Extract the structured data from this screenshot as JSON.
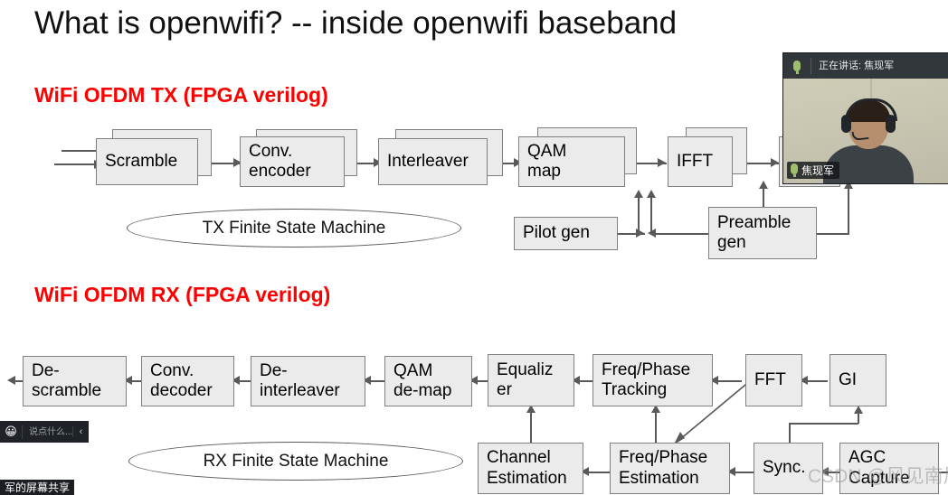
{
  "slide": {
    "title": "What is openwifi? -- inside openwifi baseband",
    "accent_red": "#ff0000",
    "block_fill": "#ebebeb",
    "block_border": "#808080",
    "tx": {
      "heading": "WiFi OFDM TX (FPGA verilog)",
      "blocks": [
        {
          "label": "Scramble"
        },
        {
          "label": "Conv.\nencoder"
        },
        {
          "label": "Interleaver"
        },
        {
          "label": "QAM\nmap"
        },
        {
          "label": "IFFT"
        },
        {
          "label": ""
        }
      ],
      "aux": [
        {
          "label": "Pilot gen"
        },
        {
          "label": "Preamble\ngen"
        }
      ],
      "fsm": "TX Finite State Machine"
    },
    "rx": {
      "heading": "WiFi OFDM RX (FPGA verilog)",
      "row1": [
        {
          "label": "De-\nscramble"
        },
        {
          "label": "Conv.\ndecoder"
        },
        {
          "label": "De-\ninterleaver"
        },
        {
          "label": "QAM\nde-map"
        },
        {
          "label": "Equaliz\ner"
        },
        {
          "label": "Freq/Phase\nTracking"
        },
        {
          "label": "FFT"
        },
        {
          "label": "GI"
        }
      ],
      "row2": [
        {
          "label": "Channel\nEstimation"
        },
        {
          "label": "Freq/Phase\nEstimation"
        },
        {
          "label": "Sync."
        },
        {
          "label": "AGC\nCapture"
        }
      ],
      "fsm": "RX Finite State Machine"
    }
  },
  "video_overlay": {
    "speaking_label": "正在讲话: 焦现军",
    "participant_name": "焦现军",
    "mic_icon": "microphone-icon"
  },
  "chat_bar": {
    "emoji_icon": "emoji-smiley-icon",
    "placeholder": "说点什么...",
    "collapse_icon": "‹"
  },
  "share_label": "军的屏幕共享",
  "watermark": "CSDN @风见南风"
}
